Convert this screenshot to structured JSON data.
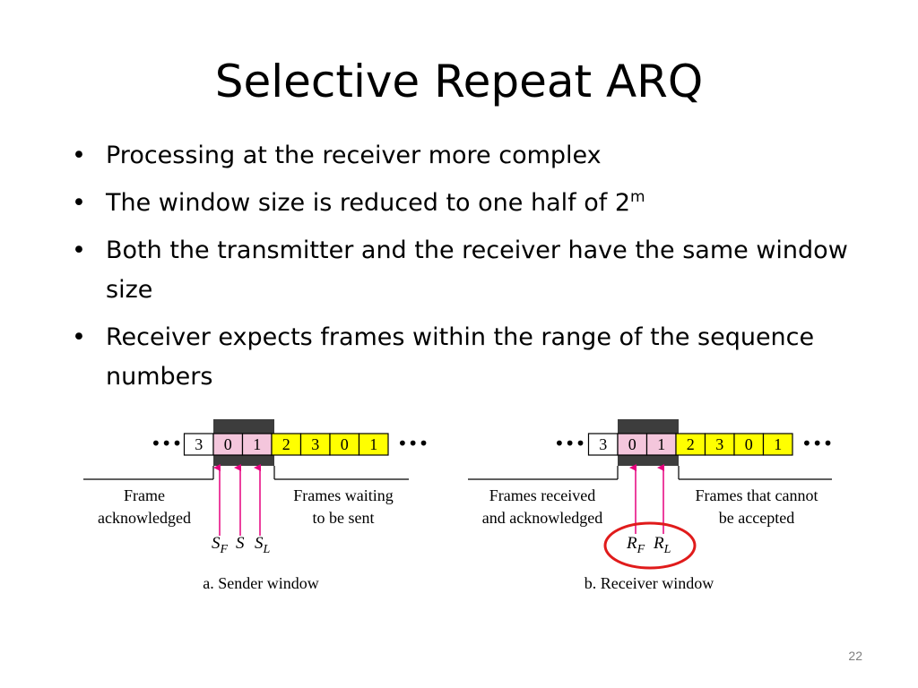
{
  "title": "Selective Repeat ARQ",
  "bullets": [
    {
      "text": "Processing at the receiver more complex"
    },
    {
      "text": "The window size is reduced to one half of 2",
      "sup": "m"
    },
    {
      "text": "Both the transmitter and the receiver have the same window size"
    },
    {
      "text": "Receiver expects frames within the range of the sequence numbers"
    }
  ],
  "sender": {
    "frames": [
      "3",
      "0",
      "1",
      "2",
      "3",
      "0",
      "1"
    ],
    "frame_states": [
      "acked",
      "window",
      "window",
      "waiting",
      "waiting",
      "waiting",
      "waiting"
    ],
    "ellipsis": "•••",
    "left_label": [
      "Frame",
      "acknowledged"
    ],
    "right_label": [
      "Frames waiting",
      "to be sent"
    ],
    "pointers": [
      {
        "main": "S",
        "sub": "F"
      },
      {
        "main": "S",
        "sub": ""
      },
      {
        "main": "S",
        "sub": "L"
      }
    ],
    "caption": "a. Sender window"
  },
  "receiver": {
    "frames": [
      "3",
      "0",
      "1",
      "2",
      "3",
      "0",
      "1"
    ],
    "frame_states": [
      "acked",
      "window",
      "window",
      "waiting",
      "waiting",
      "waiting",
      "waiting"
    ],
    "ellipsis": "•••",
    "left_label": [
      "Frames received",
      "and acknowledged"
    ],
    "right_label": [
      "Frames that cannot",
      "be accepted"
    ],
    "pointers": [
      {
        "main": "R",
        "sub": "F"
      },
      {
        "main": "R",
        "sub": "L"
      }
    ],
    "caption": "b. Receiver window"
  },
  "colors": {
    "window_frame": "#f4c6dc",
    "waiting_frame": "#ffff00",
    "acked_frame": "#ffffff",
    "window_bar": "#3d3d3d",
    "arrow": "#e6007e",
    "highlight_circle": "#e01b1b"
  },
  "page_number": "22"
}
